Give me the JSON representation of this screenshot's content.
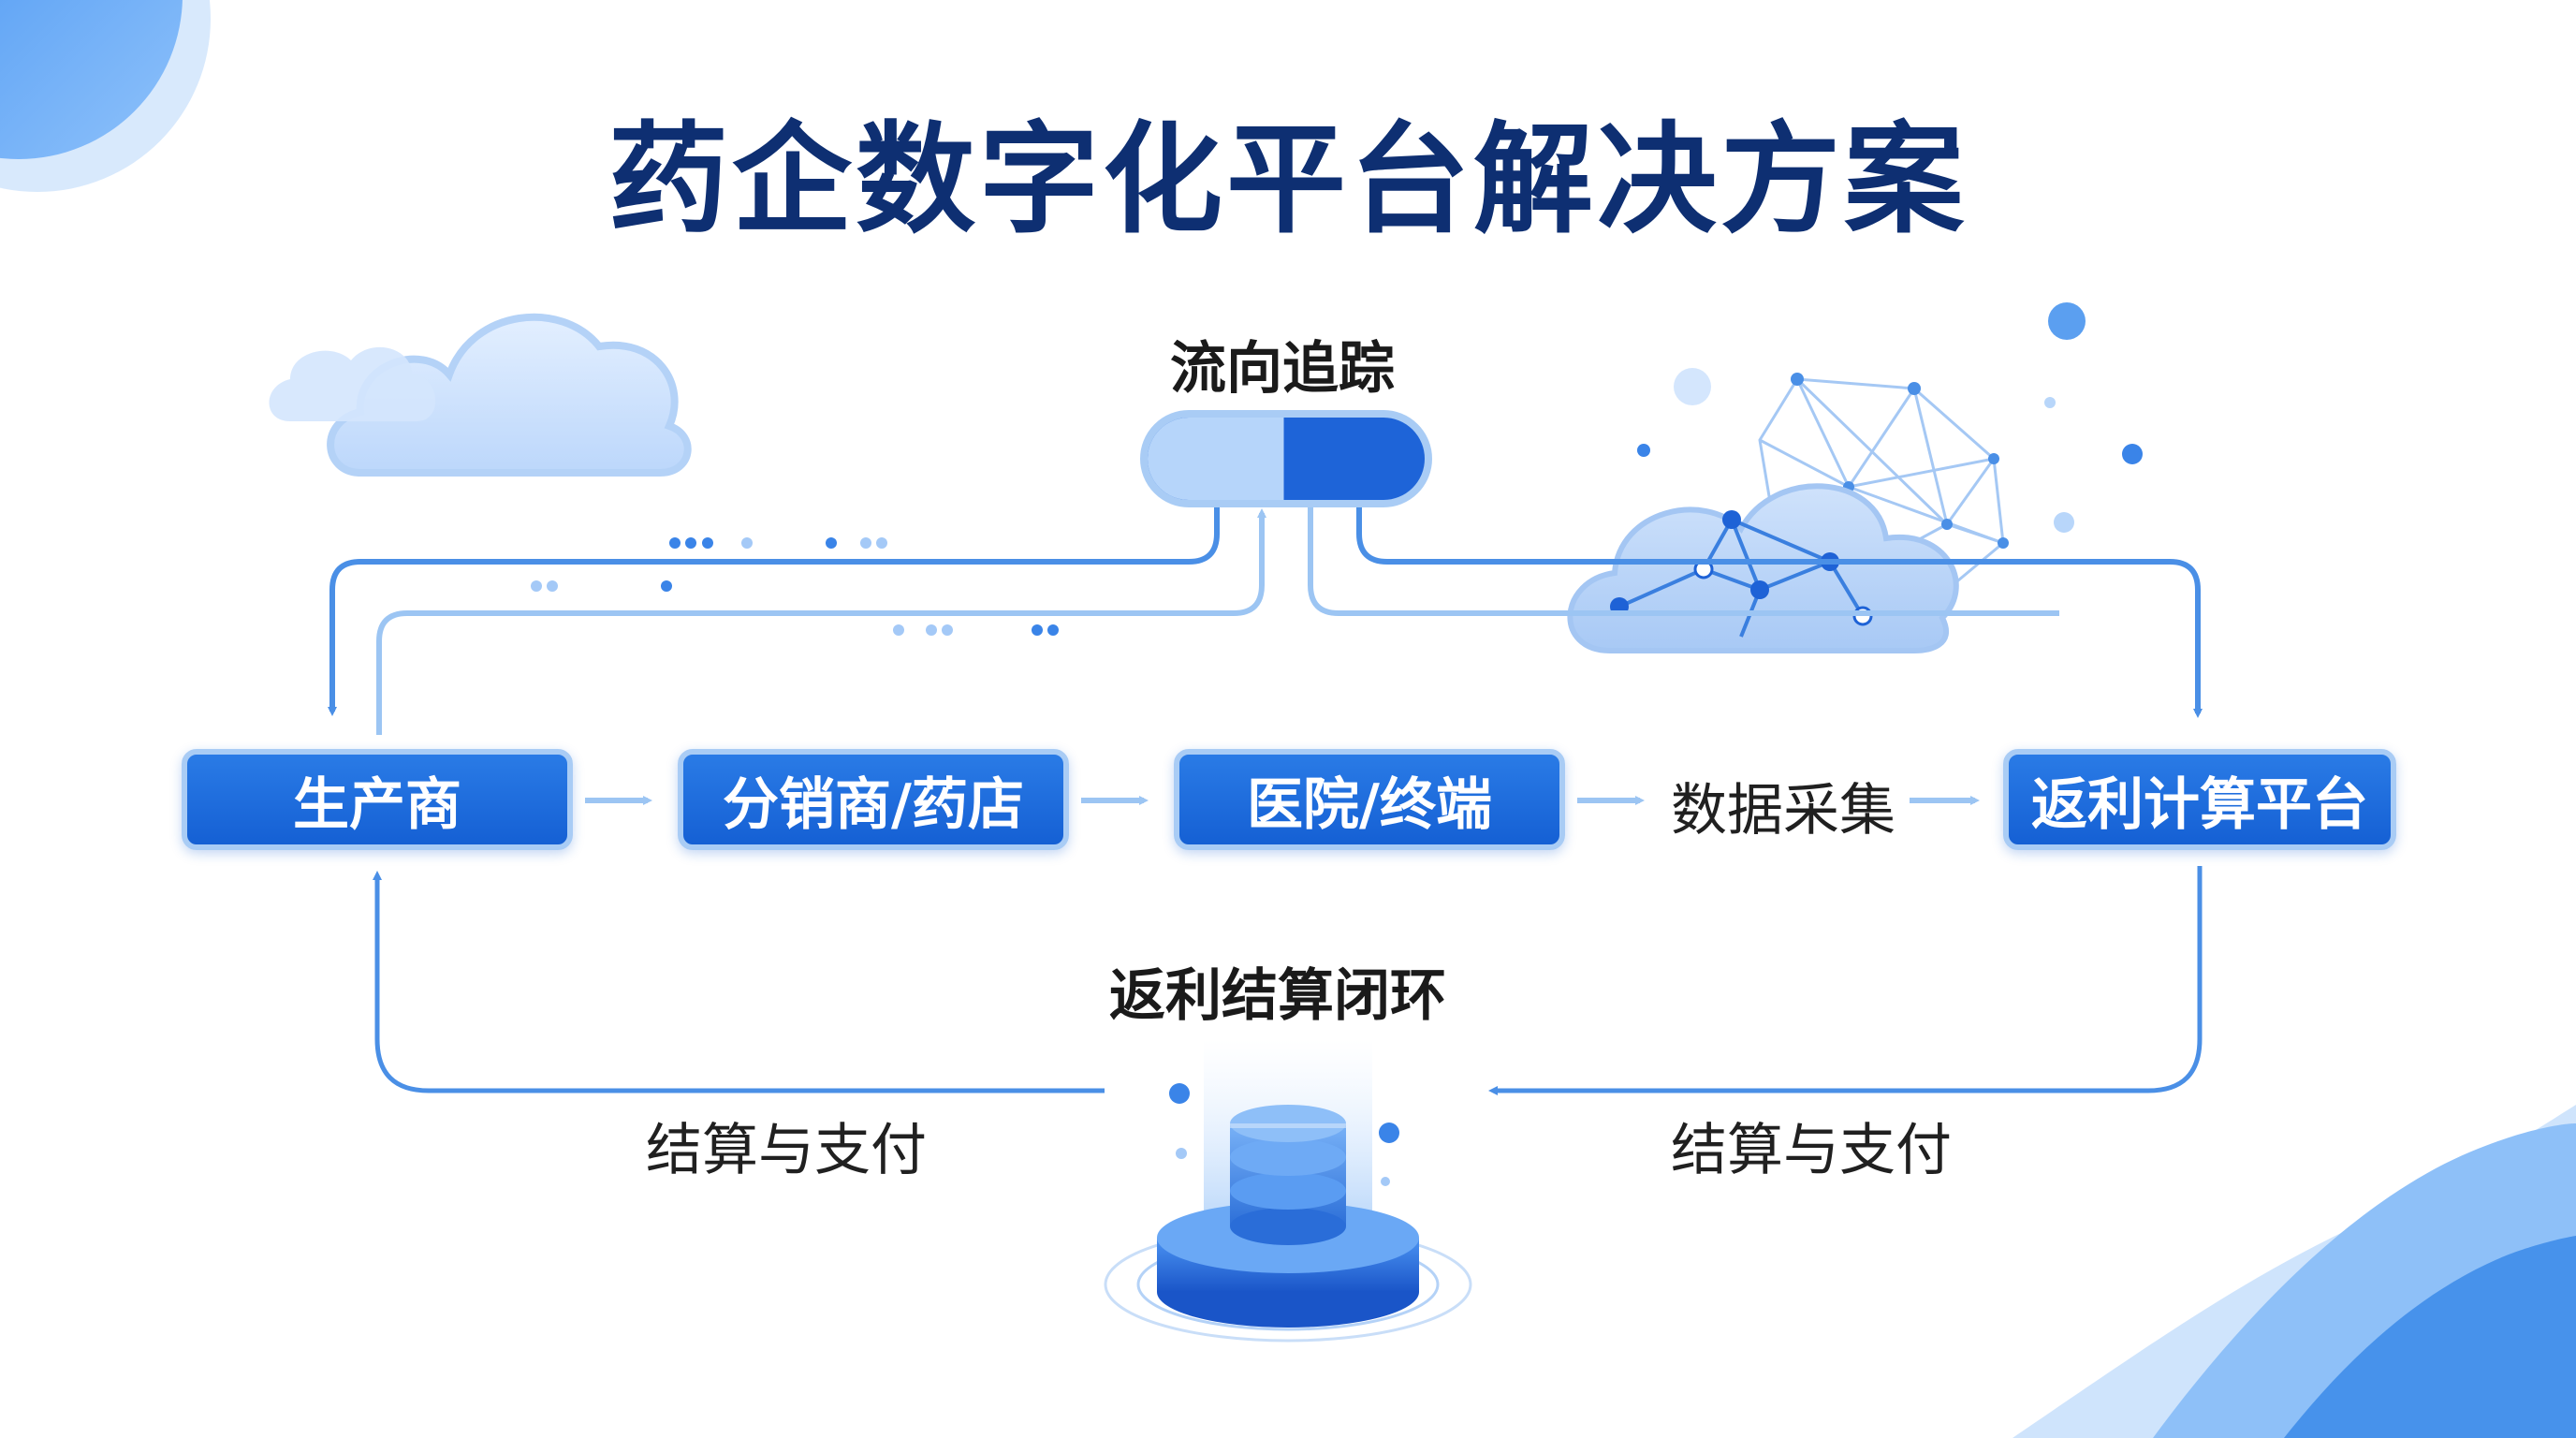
{
  "title": "药企数字化平台解决方案",
  "nodes": {
    "manufacturer": "生产商",
    "distributor": "分销商/药店",
    "hospital": "医院/终端",
    "data_collection": "数据采集",
    "rebate_platform": "返利计算平台"
  },
  "labels": {
    "flow_tracking": "流向追踪",
    "closed_loop": "返利结算闭环",
    "settlement_left": "结算与支付",
    "settlement_right": "结算与支付"
  },
  "colors": {
    "title": "#0e2f72",
    "node_fill": "#1b69dc",
    "node_border": "#a9ccf5",
    "arrow_dark": "#4a8fe6",
    "arrow_light": "#a9ccf5"
  }
}
